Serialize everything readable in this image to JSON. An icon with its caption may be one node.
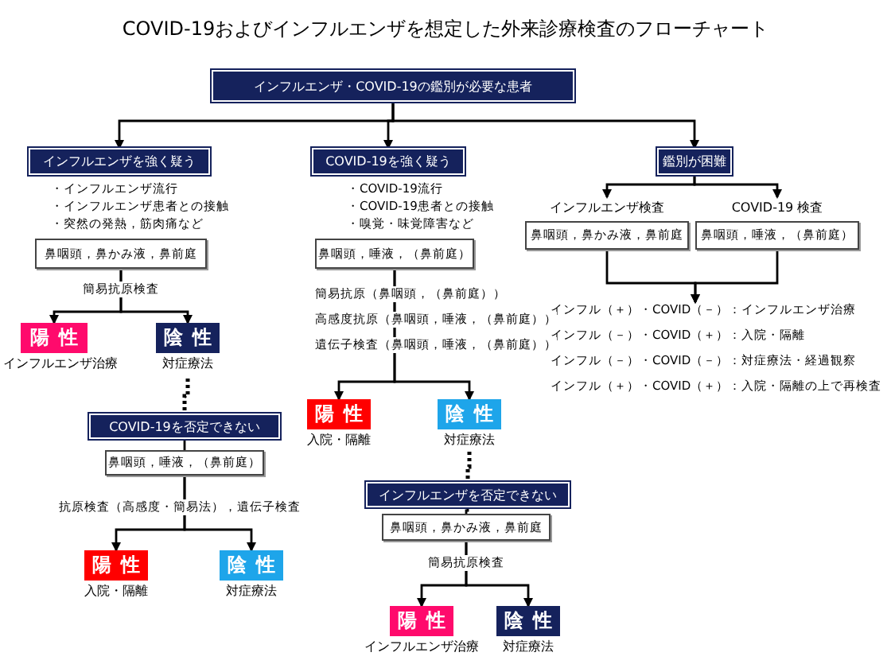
{
  "diagram": {
    "title": "COVID-19およびインフルエンザを想定した外来診療検査のフローチャート",
    "nodes": [
      {
        "text": [
          "インフルエンザ・COVID-19の鑑別が必要な患者"
        ]
      },
      {
        "text": [
          "インフルエンザを強く疑う"
        ],
        "beside": [
          "・インフルエンザ流行",
          "・インフルエンザ患者との接触",
          "・突然の発熱，筋肉痛など"
        ]
      },
      {
        "text": [
          "鼻咽頭，鼻かみ液，鼻前庭"
        ]
      },
      {
        "text": [
          "陽性"
        ],
        "beside": [
          "インフルエンザ治療"
        ]
      },
      {
        "text": [
          "陰性"
        ],
        "beside": [
          "対症療法"
        ]
      },
      {
        "text": [
          "COVID-19を否定できない"
        ]
      },
      {
        "text": [
          "鼻咽頭，唾液，（鼻前庭）"
        ]
      },
      {
        "text": [
          "陽性"
        ],
        "beside": [
          "入院・隔離"
        ]
      },
      {
        "text": [
          "陰性"
        ],
        "beside": [
          "対症療法"
        ]
      },
      {
        "text": [
          "COVID-19を強く疑う"
        ],
        "beside": [
          "・COVID-19流行",
          "・COVID-19患者との接触",
          "・嗅覚・味覚障害など"
        ]
      },
      {
        "text": [
          "鼻咽頭，唾液，（鼻前庭）"
        ]
      },
      {
        "text": [
          "陽性"
        ],
        "beside": [
          "入院・隔離"
        ]
      },
      {
        "text": [
          "陰性"
        ],
        "beside": [
          "対症療法"
        ]
      },
      {
        "text": [
          "インフルエンザを否定できない"
        ]
      },
      {
        "text": [
          "鼻咽頭，鼻かみ液，鼻前庭"
        ]
      },
      {
        "text": [
          "陽性"
        ],
        "beside": [
          "インフルエンザ治療"
        ]
      },
      {
        "text": [
          "陰性"
        ],
        "beside": [
          "対症療法"
        ]
      },
      {
        "text": [
          "鑑別が困難"
        ]
      },
      {
        "text": [
          "インフルエンザ検査",
          "鼻咽頭，鼻かみ液，鼻前庭"
        ]
      },
      {
        "text": [
          "COVID-19 検査",
          "鼻咽頭，唾液，（鼻前庭）"
        ]
      },
      {
        "text": [
          "インフル（＋）・COVID（－）：インフルエンザ治療",
          "インフル（－）・COVID（＋）：入院・隔離",
          "インフル（－）・COVID（－）：対症療法・経過観察",
          "インフル（＋）・COVID（＋）：入院・隔離の上で再検査"
        ]
      }
    ],
    "edges": [
      {
        "from": 0,
        "to": 1,
        "arrow": "to"
      },
      {
        "from": 0,
        "to": 9,
        "arrow": "to"
      },
      {
        "from": 0,
        "to": 17,
        "arrow": "to"
      },
      {
        "from": 2,
        "to": 3,
        "arrow": "to"
      },
      {
        "from": 2,
        "to": 4,
        "arrow": "to"
      },
      {
        "from": 4,
        "to": 5,
        "arrow": "none",
        "style": "dashed"
      },
      {
        "from": 5,
        "to": 6,
        "arrow": "none"
      },
      {
        "from": 6,
        "to": 7,
        "arrow": "to"
      },
      {
        "from": 6,
        "to": 8,
        "arrow": "to"
      },
      {
        "from": 10,
        "to": 11,
        "arrow": "to"
      },
      {
        "from": 10,
        "to": 12,
        "arrow": "to"
      },
      {
        "from": 12,
        "to": 13,
        "arrow": "none",
        "style": "dashed"
      },
      {
        "from": 13,
        "to": 14,
        "arrow": "none"
      },
      {
        "from": 14,
        "to": 15,
        "arrow": "to"
      },
      {
        "from": 14,
        "to": 16,
        "arrow": "to"
      },
      {
        "from": 17,
        "to": 18,
        "arrow": "to"
      },
      {
        "from": 17,
        "to": 19,
        "arrow": "to"
      },
      {
        "from": 18,
        "to": 20,
        "arrow": "to"
      },
      {
        "from": 19,
        "to": 20,
        "arrow": "to"
      }
    ],
    "labels": [
      "簡易抗原検査",
      "抗原検査（高感度・簡易法），遺伝子検査",
      "簡易抗原（鼻咽頭，（鼻前庭））",
      "高感度抗原（鼻咽頭，唾液，（鼻前庭））",
      "遺伝子検査（鼻咽頭，唾液，（鼻前庭））",
      "簡易抗原検査"
    ]
  }
}
